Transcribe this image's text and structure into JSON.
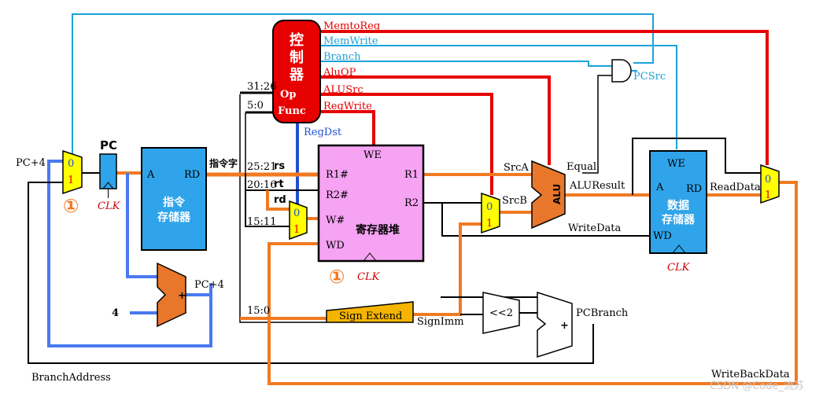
{
  "colors": {
    "orange": "#f07a22",
    "red": "#e60000",
    "cyan": "#1ba3d8",
    "blue": "#4a79f0",
    "dark_blue": "#1f4fd1",
    "mux_yellow": "#ffff00",
    "memory_blue": "#2fa4ea",
    "regfile_pink": "#f5a3f2",
    "alu_orange": "#e8772c",
    "sign_extend": "#f4b400",
    "control_red": "#e60000"
  },
  "control": {
    "title_1": "控",
    "title_2": "制",
    "title_3": "器",
    "op": "Op",
    "func": "Func",
    "bits_hi": "31:26",
    "bits_lo": "5:0"
  },
  "signals": {
    "memtoreg": "MemtoReg",
    "memwrite": "MemWrite",
    "branch": "Branch",
    "aluop": "AluOP",
    "alusrc": "ALUSrc",
    "regwrite": "RegWrite",
    "regdst": "RegDst",
    "pcsrc": "PCSrc"
  },
  "pc": {
    "label": "PC",
    "clk": "CLK",
    "pc_plus4_left": "PC+4",
    "pc_plus4_adder": "PC+4",
    "four": "4"
  },
  "imem": {
    "a": "A",
    "rd": "RD",
    "name_1": "指令",
    "name_2": "存储器",
    "instr": "指令字"
  },
  "fields": {
    "rs_bits": "25:21",
    "rs": "rs",
    "rt_bits": "20:16",
    "rt": "rt",
    "rd_bits": "15:11",
    "rd": "rd",
    "imm_bits": "15:0"
  },
  "regfile": {
    "we": "WE",
    "r1_in": "R1#",
    "r2_in": "R2#",
    "w_in": "W#",
    "wd": "WD",
    "r1_out": "R1",
    "r2_out": "R2",
    "name": "寄存器堆",
    "clk": "CLK"
  },
  "alu": {
    "name": "ALU",
    "srca": "SrcA",
    "srcb": "SrcB",
    "equal": "Equal",
    "aluresult": "ALUResult",
    "writedata": "WriteData"
  },
  "dmem": {
    "we": "WE",
    "a": "A",
    "rd": "RD",
    "wd": "WD",
    "name_1": "数据",
    "name_2": "存储器",
    "clk": "CLK",
    "readdata": "ReadData"
  },
  "mux": {
    "zero": "0",
    "one": "1"
  },
  "misc": {
    "sign_extend": "Sign Extend",
    "signimm": "SignImm",
    "shift": "<<2",
    "pcbranch": "PCBranch",
    "plus": "+",
    "branch_address": "BranchAddress",
    "writeback": "WriteBackData",
    "circle_1": "①",
    "watermark": "CSDN @Code_流苏"
  }
}
